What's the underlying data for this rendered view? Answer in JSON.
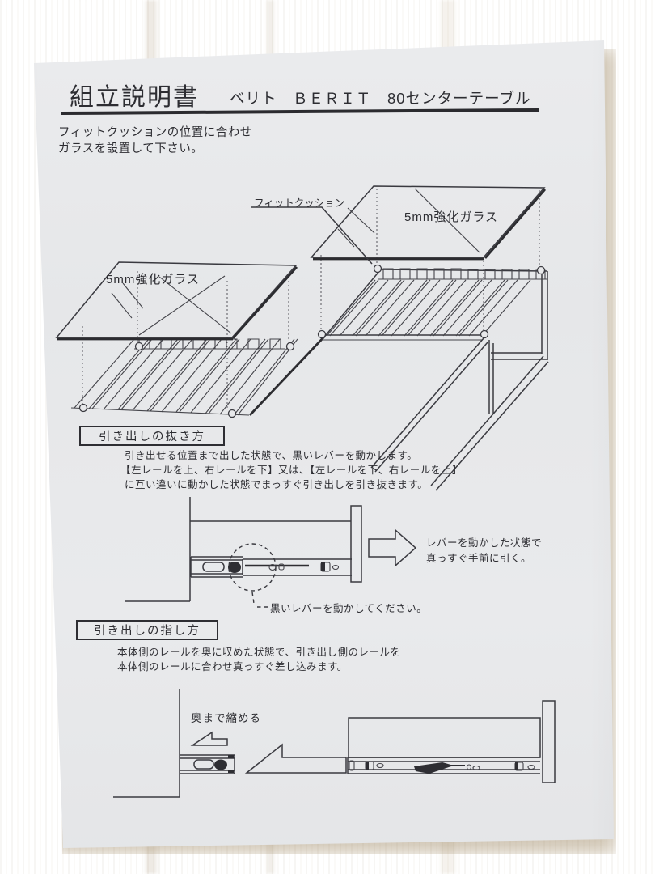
{
  "colors": {
    "ink": "#33333a",
    "paper": "#e8e9eb",
    "wood": "#eee5d4"
  },
  "header": {
    "doc_title": "組立説明書",
    "product_title": "ベリト　ＢＥＲＩＴ　80センターテーブル",
    "intro_line1": "フィットクッションの位置に合わせ",
    "intro_line2": "ガラスを設置して下さい。"
  },
  "top_diagram": {
    "fit_cushion_label": "フィットクッション",
    "glass_label_right": "5mm強化ガラス",
    "glass_label_left": "5mm強化ガラス"
  },
  "pull_section": {
    "heading": "引き出しの抜き方",
    "body_line1": "引き出せる位置まで出した状態で、黒いレバーを動かします。",
    "body_line2": "【左レールを上、右レールを下】又は、【左レールを下、右レールを上】",
    "body_line3": "に互い違いに動かした状態でまっすぐ引き出しを引き抜きます。",
    "arrow_note_line1": "レバーを動かした状態で",
    "arrow_note_line2": "真っすぐ手前に引く。",
    "lever_note": "黒いレバーを動かしてください。"
  },
  "insert_section": {
    "heading": "引き出しの指し方",
    "body_line1": "本体側のレールを奥に収めた状態で、引き出し側のレールを",
    "body_line2": "本体側のレールに合わせ真っすぐ差し込みます。",
    "push_note": "奥まで縮める"
  }
}
